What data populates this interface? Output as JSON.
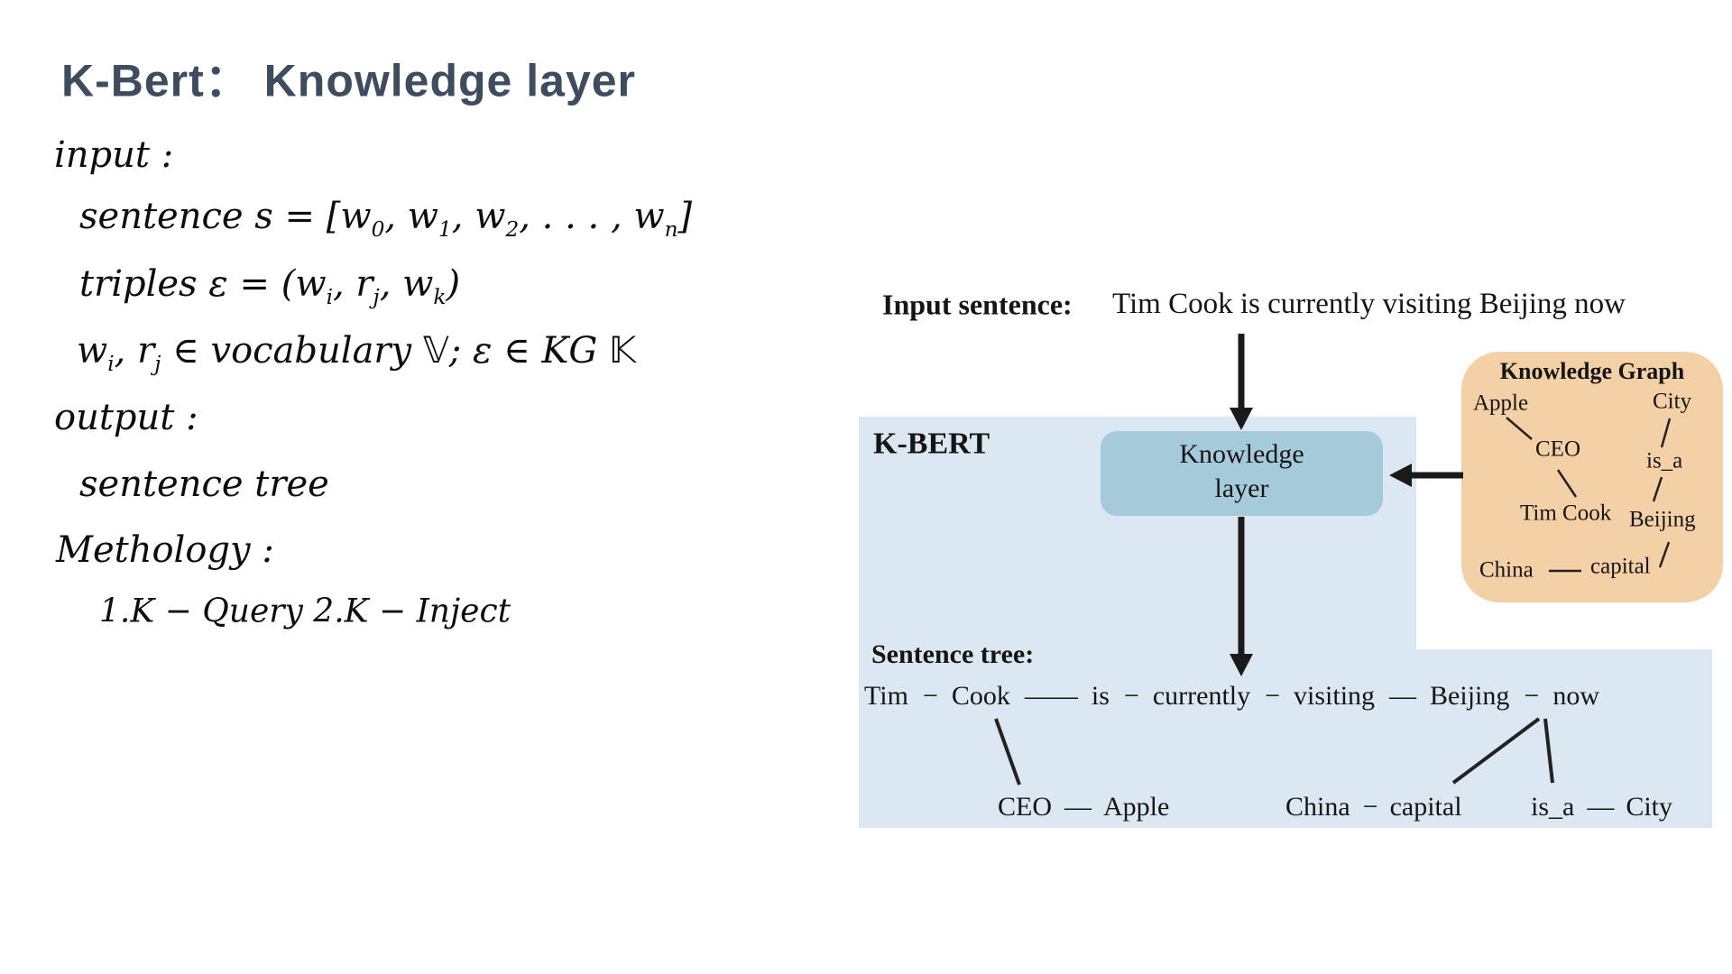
{
  "title": "K-Bert：  Knowledge layer",
  "math": {
    "lines": [
      {
        "name": "input-heading",
        "segments": [
          {
            "t": "input :"
          }
        ]
      },
      {
        "name": "sentence-def",
        "segments": [
          {
            "t": "sentence s = [w"
          },
          {
            "s": "0"
          },
          {
            "t": ", w"
          },
          {
            "s": "1"
          },
          {
            "t": ", w"
          },
          {
            "s": "2"
          },
          {
            "t": ", . . . , w"
          },
          {
            "s": "n"
          },
          {
            "t": "]"
          }
        ]
      },
      {
        "name": "triples-def",
        "segments": [
          {
            "t": "triples ε = (w"
          },
          {
            "s": "i"
          },
          {
            "t": ", r"
          },
          {
            "s": "j"
          },
          {
            "t": ", w"
          },
          {
            "s": "k"
          },
          {
            "t": ")"
          }
        ]
      },
      {
        "name": "vocab-def",
        "segments": [
          {
            "t": "w"
          },
          {
            "s": "i"
          },
          {
            "t": ", r"
          },
          {
            "s": "j"
          },
          {
            "t": " ∈ vocabulary 𝕍;  ε ∈ KG 𝕂"
          }
        ]
      },
      {
        "name": "output-heading",
        "segments": [
          {
            "t": "output :"
          }
        ]
      },
      {
        "name": "output-value",
        "segments": [
          {
            "t": "sentence tree"
          }
        ]
      },
      {
        "name": "method-heading",
        "segments": [
          {
            "t": "Methology :"
          }
        ]
      },
      {
        "name": "method-steps",
        "segments": [
          {
            "t": "1.K − Query 2.K − Inject"
          }
        ]
      }
    ]
  },
  "diagram": {
    "input_label": "Input sentence:",
    "input_text": "Tim Cook is currently visiting Beijing now",
    "kbert_label": "K-BERT",
    "knowledge_layer_line1": "Knowledge",
    "knowledge_layer_line2": "layer",
    "kg": {
      "title": "Knowledge Graph",
      "apple": "Apple",
      "city": "City",
      "ceo": "CEO",
      "is_a": "is_a",
      "tim_cook": "Tim Cook",
      "beijing": "Beijing",
      "china": "China",
      "capital": "capital"
    },
    "tree": {
      "label": "Sentence tree:",
      "main_row": [
        "Tim",
        "−",
        "Cook",
        "——",
        "is",
        "−",
        "currently",
        "−",
        "visiting",
        "—",
        "Beijing",
        "−",
        "now"
      ],
      "branch_ceo": [
        "CEO",
        "—",
        "Apple"
      ],
      "branch_china": [
        "China",
        "−",
        "capital"
      ],
      "branch_city": [
        "is_a",
        "—",
        "City"
      ]
    },
    "colors": {
      "region_blue": "#dbe8f1",
      "layer_box_blue": "#a5cbdb",
      "kg_peach": "#f4d0a7",
      "title_slate": "#3d4c5e",
      "arrow_black": "#1a1a1a"
    }
  }
}
